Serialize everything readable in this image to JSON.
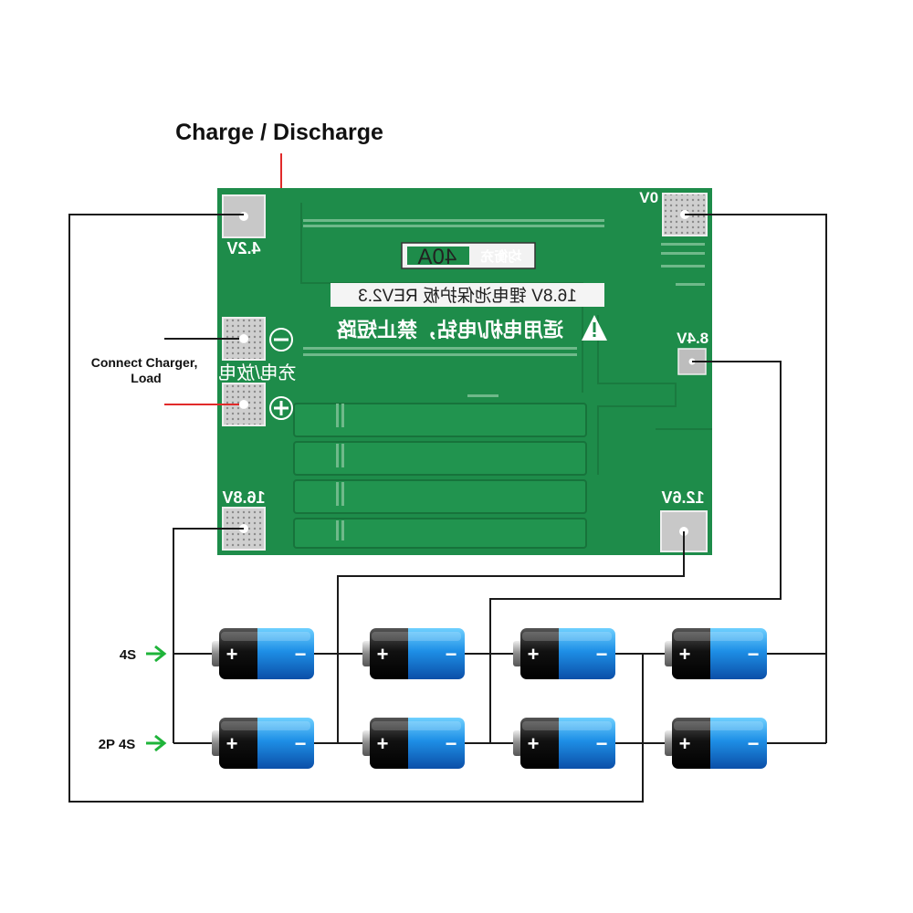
{
  "title": "Charge / Discharge",
  "side_label": "Connect Charger, Load",
  "pcb": {
    "color": "#1e8c4a",
    "model": "40A",
    "model_tag": "均衡充",
    "name": "16.8V 锂电池保护板 REV2.3",
    "warning": "适用电机/电钻，禁止短路",
    "port_label": "充电/放电",
    "pads": {
      "p42": "4.2V",
      "p0": "0V",
      "p84": "8.4V",
      "p168": "16.8V",
      "p126": "12.6V"
    }
  },
  "rows": {
    "row1": "4S",
    "row2": "2P 4S"
  },
  "battery": {
    "plus": "+",
    "minus": "−",
    "blue": "#1e8fe6",
    "black": "#111111"
  },
  "colors": {
    "wire": "#1a1a1a",
    "red": "#e12a2a",
    "arrow": "#1fb43a"
  }
}
